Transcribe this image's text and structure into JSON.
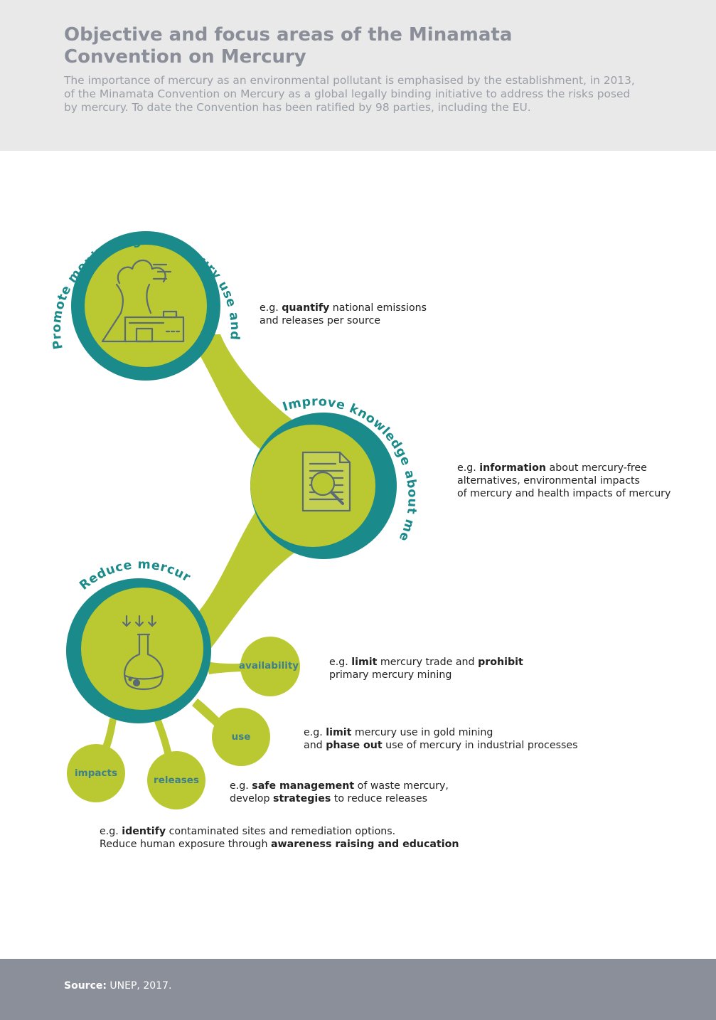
{
  "header": {
    "title_line1": "Objective and focus areas of the Minamata",
    "title_line2": "Convention on Mercury",
    "intro_lines": [
      "The importance of mercury as an environmental pollutant is emphasised by the establishment, in 2013,",
      "of the Minamata Convention on Mercury as a global legally binding initiative to address the risks posed",
      "by mercury. To date the Convention has been ratified by 98 parties, including the EU."
    ]
  },
  "areas": {
    "monitoring": {
      "label": "Promote monitoring of mercury use and emissions",
      "icon": "power-plant-icon",
      "note": [
        {
          "pre": "e.g. ",
          "bold": "quantify",
          "post": " national emissions"
        },
        {
          "pre": "and releases per source",
          "bold": "",
          "post": ""
        }
      ]
    },
    "knowledge": {
      "label": "Improve knowledge about mercury",
      "icon": "document-search-icon",
      "note": [
        {
          "pre": "e.g. ",
          "bold": "information",
          "post": " about mercury-free"
        },
        {
          "pre": "alternatives, environmental impacts",
          "bold": "",
          "post": ""
        },
        {
          "pre": "of mercury and health impacts of mercury",
          "bold": "",
          "post": ""
        }
      ]
    },
    "reduce": {
      "label": "Reduce mercury",
      "icon": "flask-icon",
      "sub": {
        "availability": {
          "label": "availability",
          "note": [
            {
              "pre": "e.g. ",
              "bold": "limit",
              "post": " mercury trade and ",
              "bold2": "prohibit"
            },
            {
              "pre": "primary mercury mining",
              "bold": "",
              "post": ""
            }
          ]
        },
        "use": {
          "label": "use",
          "note": [
            {
              "pre": "e.g. ",
              "bold": "limit",
              "post": " mercury use in gold mining"
            },
            {
              "pre": "and ",
              "bold": "phase out",
              "post": " use of mercury in industrial processes"
            }
          ]
        },
        "releases": {
          "label": "releases",
          "note": [
            {
              "pre": "e.g. ",
              "bold": "safe management",
              "post": " of waste mercury,"
            },
            {
              "pre": "develop ",
              "bold": "strategies",
              "post": " to reduce releases"
            }
          ]
        },
        "impacts": {
          "label": "impacts",
          "note": [
            {
              "pre": "e.g. ",
              "bold": "identify",
              "post": " contaminated sites and remediation options."
            },
            {
              "pre": "Reduce human exposure through ",
              "bold": "awareness raising and education",
              "post": ""
            }
          ]
        }
      }
    }
  },
  "footer": {
    "source_label": "Source:",
    "source_text": " UNEP, 2017."
  },
  "colors": {
    "teal": "#1b8a8a",
    "lime": "#bac932",
    "icon": "#5b6b76",
    "header_bg": "#e9e9e9",
    "footer_bg": "#8b8f99"
  }
}
